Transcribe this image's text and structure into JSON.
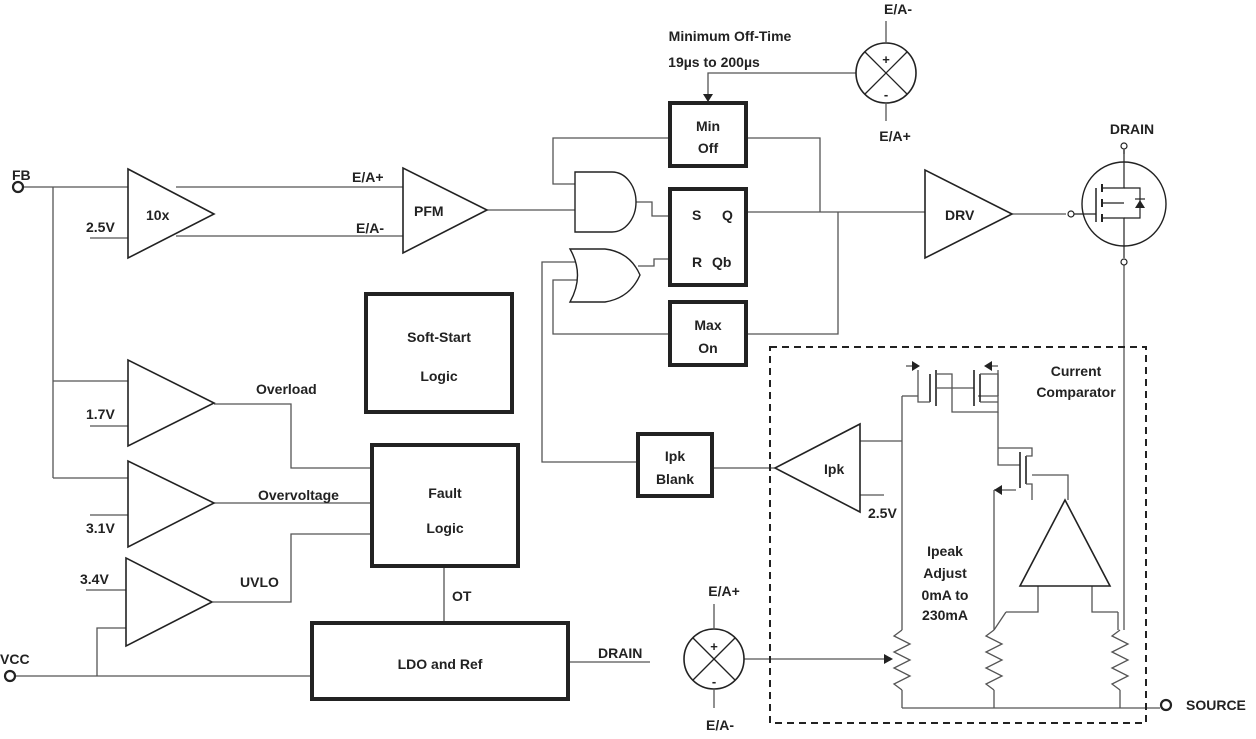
{
  "pins": {
    "fb": "FB",
    "vcc": "VCC",
    "drain": "DRAIN",
    "source": "SOURCE"
  },
  "amps": {
    "gain": "10x",
    "ref_2v5": "2.5V",
    "ref_1v7": "1.7V",
    "ref_3v1": "3.1V",
    "ref_3v4": "3.4V",
    "pfm": "PFM",
    "drv": "DRV",
    "ipk": "Ipk",
    "ipk_ref": "2.5V"
  },
  "signals": {
    "ea_plus": "E/A+",
    "ea_minus": "E/A-",
    "overload": "Overload",
    "overvoltage": "Overvoltage",
    "uvlo": "UVLO",
    "ot": "OT",
    "ldo_drain": "DRAIN"
  },
  "blocks": {
    "min_off": [
      "Min",
      "Off"
    ],
    "max_on": [
      "Max",
      "On"
    ],
    "soft_start": [
      "Soft-Start",
      "Logic"
    ],
    "fault": [
      "Fault",
      "Logic"
    ],
    "ldo": "LDO and Ref",
    "ipk_blank": [
      "Ipk",
      "Blank"
    ]
  },
  "latch": {
    "s": "S",
    "q": "Q",
    "r": "R",
    "qb": "Qb"
  },
  "min_off_time": {
    "title": "Minimum Off-Time",
    "range": "19µs to 200µs"
  },
  "top_summer": {
    "top": "E/A-",
    "bottom": "E/A+",
    "plus": "+",
    "minus": "-"
  },
  "bottom_summer": {
    "top": "E/A+",
    "bottom": "E/A-",
    "plus": "+",
    "minus": "-"
  },
  "current_comparator": [
    "Current",
    "Comparator"
  ],
  "ipeak_adjust": [
    "Ipeak",
    "Adjust",
    "0mA to",
    "230mA"
  ]
}
